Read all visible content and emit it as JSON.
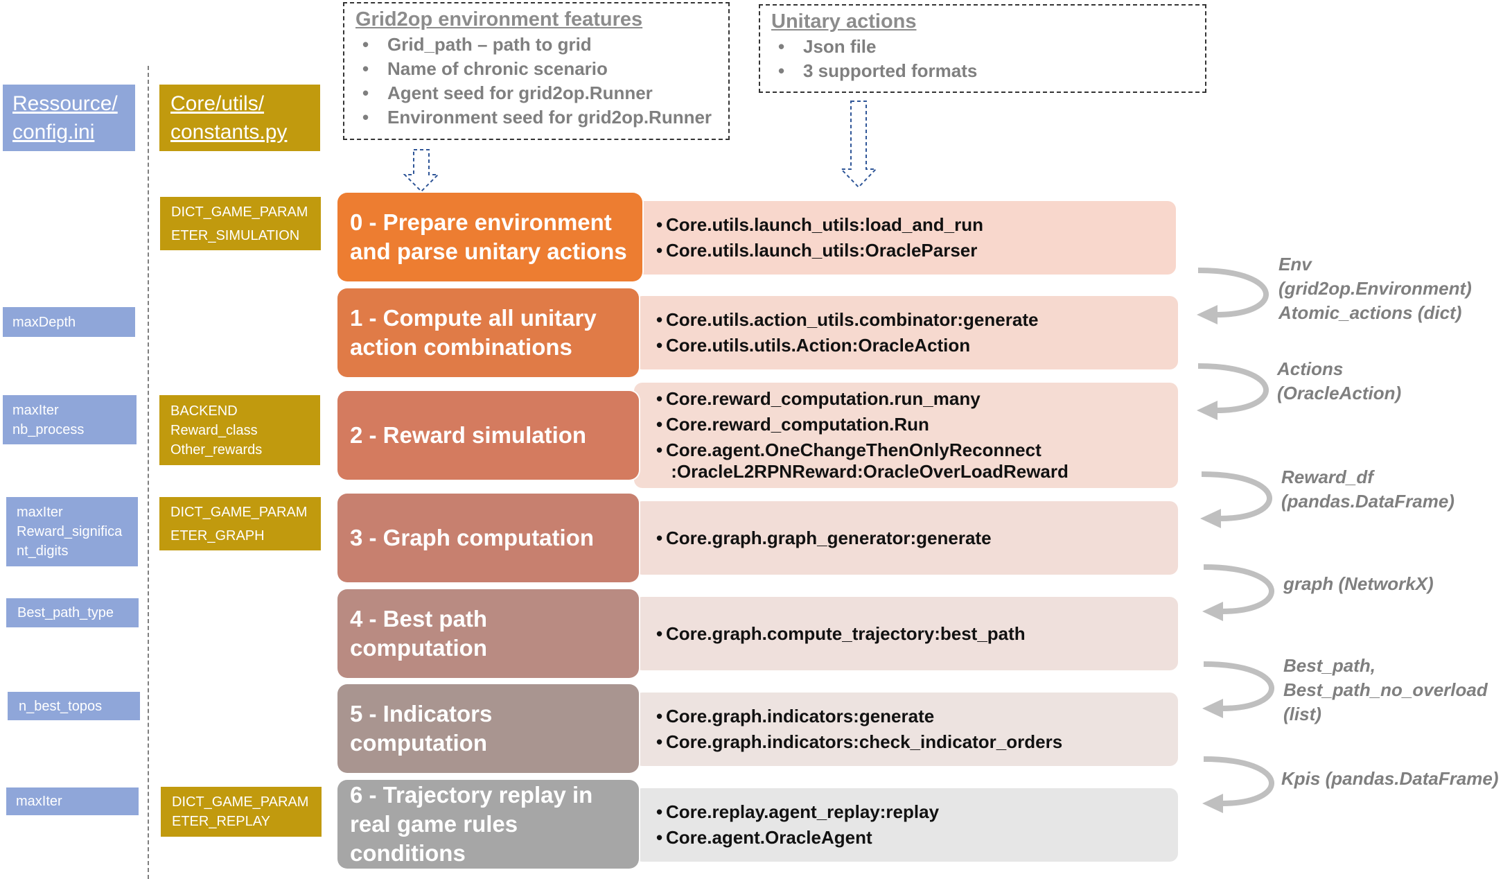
{
  "left_config": {
    "ressource_title": "Ressource/\nconfig.ini",
    "items": [
      {
        "lines": [
          "maxDepth"
        ]
      },
      {
        "lines": [
          "maxIter",
          "nb_process"
        ]
      },
      {
        "lines": [
          "maxIter",
          "Reward_significa",
          "nt_digits"
        ]
      },
      {
        "lines": [
          "Best_path_type"
        ]
      },
      {
        "lines": [
          "n_best_topos"
        ]
      },
      {
        "lines": [
          "maxIter"
        ]
      }
    ]
  },
  "constants": {
    "title": "Core/utils/\nconstants.py",
    "items": [
      {
        "lines": [
          "DICT_GAME_PARAM",
          "ETER_SIMULATION"
        ]
      },
      {
        "lines": [
          "BACKEND",
          "Reward_class",
          "Other_rewards"
        ]
      },
      {
        "lines": [
          "DICT_GAME_PARAM",
          "ETER_GRAPH"
        ]
      },
      {
        "lines": [
          "DICT_GAME_PARAM",
          "ETER_REPLAY"
        ]
      }
    ]
  },
  "features_box": {
    "title": "Grid2op environment features",
    "items": [
      "Grid_path – path to grid",
      "Name of chronic scenario",
      "Agent seed for grid2op.Runner",
      "Environment seed for grid2op.Runner"
    ]
  },
  "unitary_box": {
    "title": "Unitary actions",
    "items": [
      "Json file",
      "3 supported formats"
    ]
  },
  "steps": [
    {
      "label": "0 - Prepare environment\nand parse unitary actions",
      "color": "#ed7d31",
      "detail_color": "#f8d7cc",
      "details": [
        "Core.utils.launch_utils:load_and_run",
        "Core.utils.launch_utils:OracleParser"
      ]
    },
    {
      "label": "1 - Compute all unitary\naction combinations",
      "color": "#e07b47",
      "detail_color": "#f6d9cf",
      "details": [
        "Core.utils.action_utils.combinator:generate",
        "Core.utils.utils.Action:OracleAction"
      ]
    },
    {
      "label": "2 - Reward simulation",
      "color": "#d47b5f",
      "detail_color": "#f5dcd3",
      "details": [
        "Core.reward_computation.run_many",
        "Core.reward_computation.Run",
        "Core.agent.OneChangeThenOnlyReconnect",
        " :OracleL2RPNReward:OracleOverLoadReward"
      ]
    },
    {
      "label": "3 - Graph computation",
      "color": "#c7806f",
      "detail_color": "#f2ddd7",
      "details": [
        "Core.graph.graph_generator:generate"
      ]
    },
    {
      "label": "4 - Best path\ncomputation",
      "color": "#b98b82",
      "detail_color": "#efe0dc",
      "details": [
        "Core.graph.compute_trajectory:best_path"
      ]
    },
    {
      "label": "5 - Indicators\ncomputation",
      "color": "#a99590",
      "detail_color": "#ede3e0",
      "details": [
        "Core.graph.indicators:generate",
        "Core.graph.indicators:check_indicator_orders"
      ]
    },
    {
      "label": "6 - Trajectory replay in\nreal game rules\nconditions",
      "color": "#a6a6a6",
      "detail_color": "#e6e6e6",
      "details": [
        "Core.replay.agent_replay:replay",
        "Core.agent.OracleAgent"
      ]
    }
  ],
  "outputs": [
    "Env\n(grid2op.Environment)\nAtomic_actions (dict)",
    "Actions\n(OracleAction)",
    "Reward_df\n(pandas.DataFrame)",
    "graph (NetworkX)",
    "Best_path,\nBest_path_no_overload\n(list)",
    "Kpis (pandas.DataFrame)"
  ]
}
